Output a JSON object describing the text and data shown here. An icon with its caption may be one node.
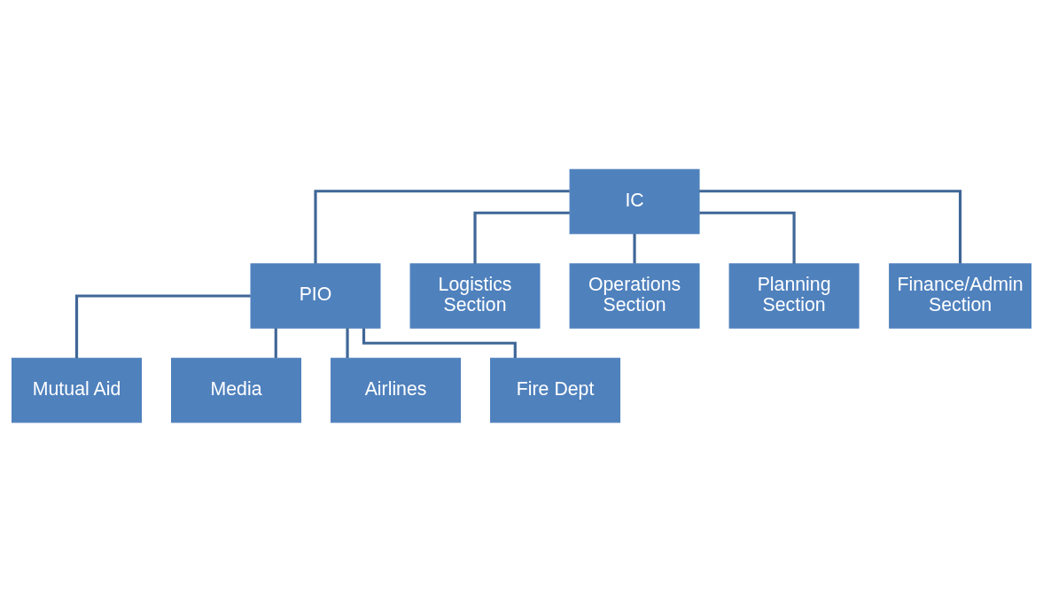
{
  "diagram": {
    "nodes": [
      {
        "text": [
          "IC"
        ]
      },
      {
        "text": [
          "PIO"
        ]
      },
      {
        "text": [
          "Mutual Aid"
        ]
      },
      {
        "text": [
          "Media"
        ]
      },
      {
        "text": [
          "Airlines"
        ]
      },
      {
        "text": [
          "Fire Dept"
        ]
      },
      {
        "text": [
          "Logistics Section"
        ]
      },
      {
        "text": [
          "Operations Section"
        ]
      },
      {
        "text": [
          "Planning Section"
        ]
      },
      {
        "text": [
          "Finance/Admin Section"
        ]
      }
    ],
    "edges": [
      {
        "from": 0,
        "to": 1,
        "arrow": "none"
      },
      {
        "from": 1,
        "to": 2,
        "arrow": "none"
      },
      {
        "from": 1,
        "to": 3,
        "arrow": "none"
      },
      {
        "from": 1,
        "to": 4,
        "arrow": "none"
      },
      {
        "from": 1,
        "to": 5,
        "arrow": "none"
      },
      {
        "from": 0,
        "to": 6,
        "arrow": "none"
      },
      {
        "from": 0,
        "to": 7,
        "arrow": "none"
      },
      {
        "from": 0,
        "to": 8,
        "arrow": "none"
      },
      {
        "from": 0,
        "to": 9,
        "arrow": "none"
      }
    ]
  }
}
